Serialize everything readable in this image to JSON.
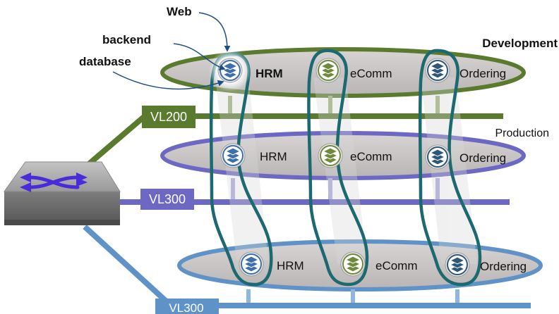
{
  "annotations": {
    "web": "Web",
    "backend": "backend",
    "database": "database"
  },
  "environments": [
    {
      "id": "development",
      "label": "Development",
      "vlan": "VL200",
      "color": "#5a7a2e",
      "apps": [
        "HRM",
        "eComm",
        "Ordering"
      ]
    },
    {
      "id": "production",
      "label": "Production",
      "vlan": "VL300",
      "color": "#6d68c4",
      "apps": [
        "HRM",
        "eComm",
        "Ordering"
      ]
    },
    {
      "id": "third",
      "label": "",
      "vlan": "VL300",
      "color": "#5f93c8",
      "apps": [
        "HRM",
        "eComm",
        "Ordering"
      ]
    }
  ],
  "colors": {
    "ellipse_fill": "#c9c5c5",
    "app_loop": "#1c6a70",
    "hrm_icon": "#3d6fa8",
    "ecomm_icon": "#6f8a3c",
    "ordering_icon": "#2e5877",
    "switch_body": "#a9a9a9",
    "switch_arrows": "#4a2bd9"
  },
  "icons": {
    "switch": "network-switch-icon",
    "app": "stacked-layers-icon"
  }
}
